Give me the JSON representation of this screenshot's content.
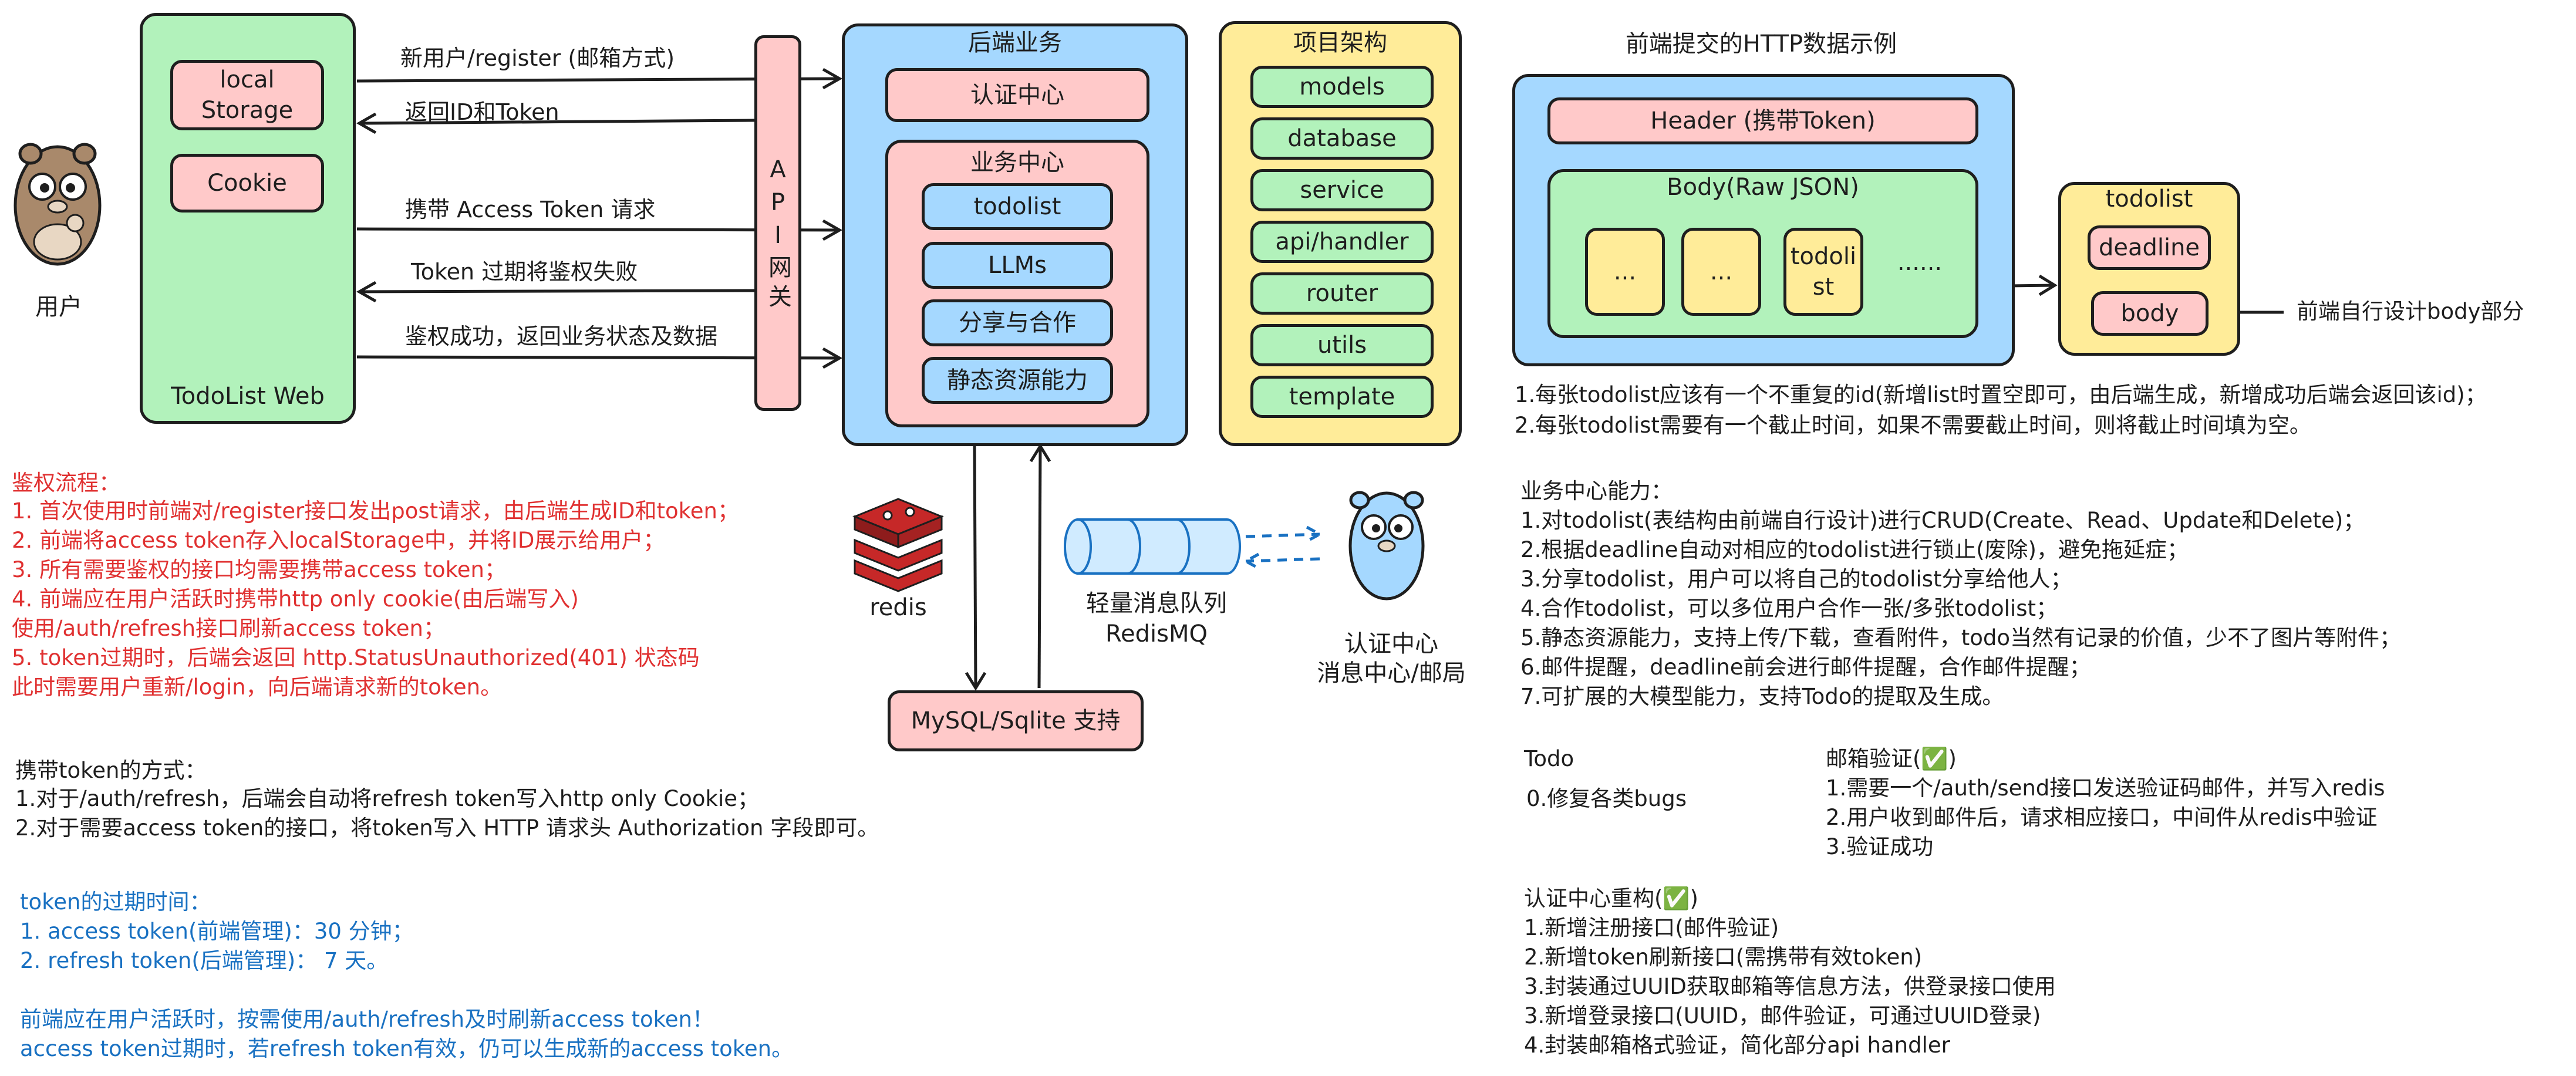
{
  "user": {
    "label": "用户"
  },
  "web_client": {
    "title": "TodoList Web",
    "local_storage": "local\nStorage",
    "cookie": "Cookie"
  },
  "flows": {
    "register": "新用户/register (邮箱方式)",
    "return_id_token": "返回ID和Token",
    "carry_token": "携带 Access Token 请求",
    "token_expired": "Token 过期将鉴权失败",
    "auth_success": "鉴权成功，返回业务状态及数据"
  },
  "gateway": {
    "label": "API网关"
  },
  "backend": {
    "title": "后端业务",
    "auth_center": "认证中心",
    "business_center": {
      "title": "业务中心",
      "items": [
        "todolist",
        "LLMs",
        "分享与合作",
        "静态资源能力"
      ]
    }
  },
  "architecture": {
    "title": "项目架构",
    "items": [
      "models",
      "database",
      "service",
      "api/handler",
      "router",
      "utils",
      "template"
    ]
  },
  "storage": {
    "redis": "redis",
    "mq": "轻量消息队列\nRedisMQ",
    "db": "MySQL/Sqlite 支持",
    "auth_mail": "认证中心\n消息中心/邮局"
  },
  "http_example": {
    "title": "前端提交的HTTP数据示例",
    "header": "Header (携带Token)",
    "body_title": "Body(Raw JSON)",
    "body_items": [
      "...",
      "...",
      "todoli\nst",
      "......"
    ],
    "todolist_title": "todolist",
    "todolist_fields": [
      "deadline",
      "body"
    ],
    "body_note": "前端自行设计body部分",
    "notes": [
      "1.每张todolist应该有一个不重复的id(新增list时置空即可，由后端生成，新增成功后端会返回该id)；",
      "2.每张todolist需要有一个截止时间，如果不需要截止时间，则将截止时间填为空。"
    ]
  },
  "auth_flow": {
    "title": "鉴权流程：",
    "lines": [
      "1. 首次使用时前端对/register接口发出post请求，由后端生成ID和token；",
      "2. 前端将access token存入localStorage中，并将ID展示给用户；",
      "3. 所有需要鉴权的接口均需要携带access token；",
      "4. 前端应在用户活跃时携带http only cookie(由后端写入)",
      "    使用/auth/refresh接口刷新access token；",
      "5. token过期时，后端会返回 http.StatusUnauthorized(401) 状态码",
      "    此时需要用户重新/login，向后端请求新的token。"
    ]
  },
  "token_carry": {
    "title": "携带token的方式：",
    "lines": [
      "1.对于/auth/refresh，后端会自动将refresh token写入http only Cookie；",
      "2.对于需要access token的接口，将token写入 HTTP 请求头 Authorization 字段即可。"
    ]
  },
  "token_expiry": {
    "title": "token的过期时间：",
    "lines": [
      "1. access token(前端管理)：30 分钟；",
      "2. refresh token(后端管理)： 7 天。",
      "",
      "前端应在用户活跃时，按需使用/auth/refresh及时刷新access token！",
      "access token过期时，若refresh token有效，仍可以生成新的access token。"
    ]
  },
  "business_capabilities": {
    "title": "业务中心能力：",
    "lines": [
      "1.对todolist(表结构由前端自行设计)进行CRUD(Create、Read、Update和Delete)；",
      "2.根据deadline自动对相应的todolist进行锁止(废除)，避免拖延症；",
      "3.分享todolist，用户可以将自己的todolist分享给他人；",
      "4.合作todolist，可以多位用户合作一张/多张todolist；",
      "5.静态资源能力，支持上传/下载，查看附件，todo当然有记录的价值，少不了图片等附件；",
      "6.邮件提醒，deadline前会进行邮件提醒，合作邮件提醒；",
      "7.可扩展的大模型能力，支持Todo的提取及生成。"
    ]
  },
  "todo": {
    "title": "Todo",
    "lines": [
      "0.修复各类bugs"
    ]
  },
  "email_verify": {
    "title": "邮箱验证(✅)",
    "lines": [
      "1.需要一个/auth/send接口发送验证码邮件，并写入redis",
      "2.用户收到邮件后，请求相应接口，中间件从redis中验证",
      "3.验证成功"
    ]
  },
  "auth_refactor": {
    "title": "认证中心重构(✅)",
    "lines": [
      "1.新增注册接口(邮件验证)",
      "2.新增token刷新接口(需携带有效token)",
      "3.封装通过UUID获取邮箱等信息方法，供登录接口使用",
      "3.新增登录接口(UUID，邮件验证，可通过UUID登录)",
      "4.封装邮箱格式验证，简化部分api handler"
    ]
  },
  "colors": {
    "green": "#b2f2bb",
    "pink": "#ffc9c9",
    "blue": "#a5d8ff",
    "yellow": "#ffec99",
    "red_text": "#e03131",
    "blue_text": "#1971c2"
  }
}
